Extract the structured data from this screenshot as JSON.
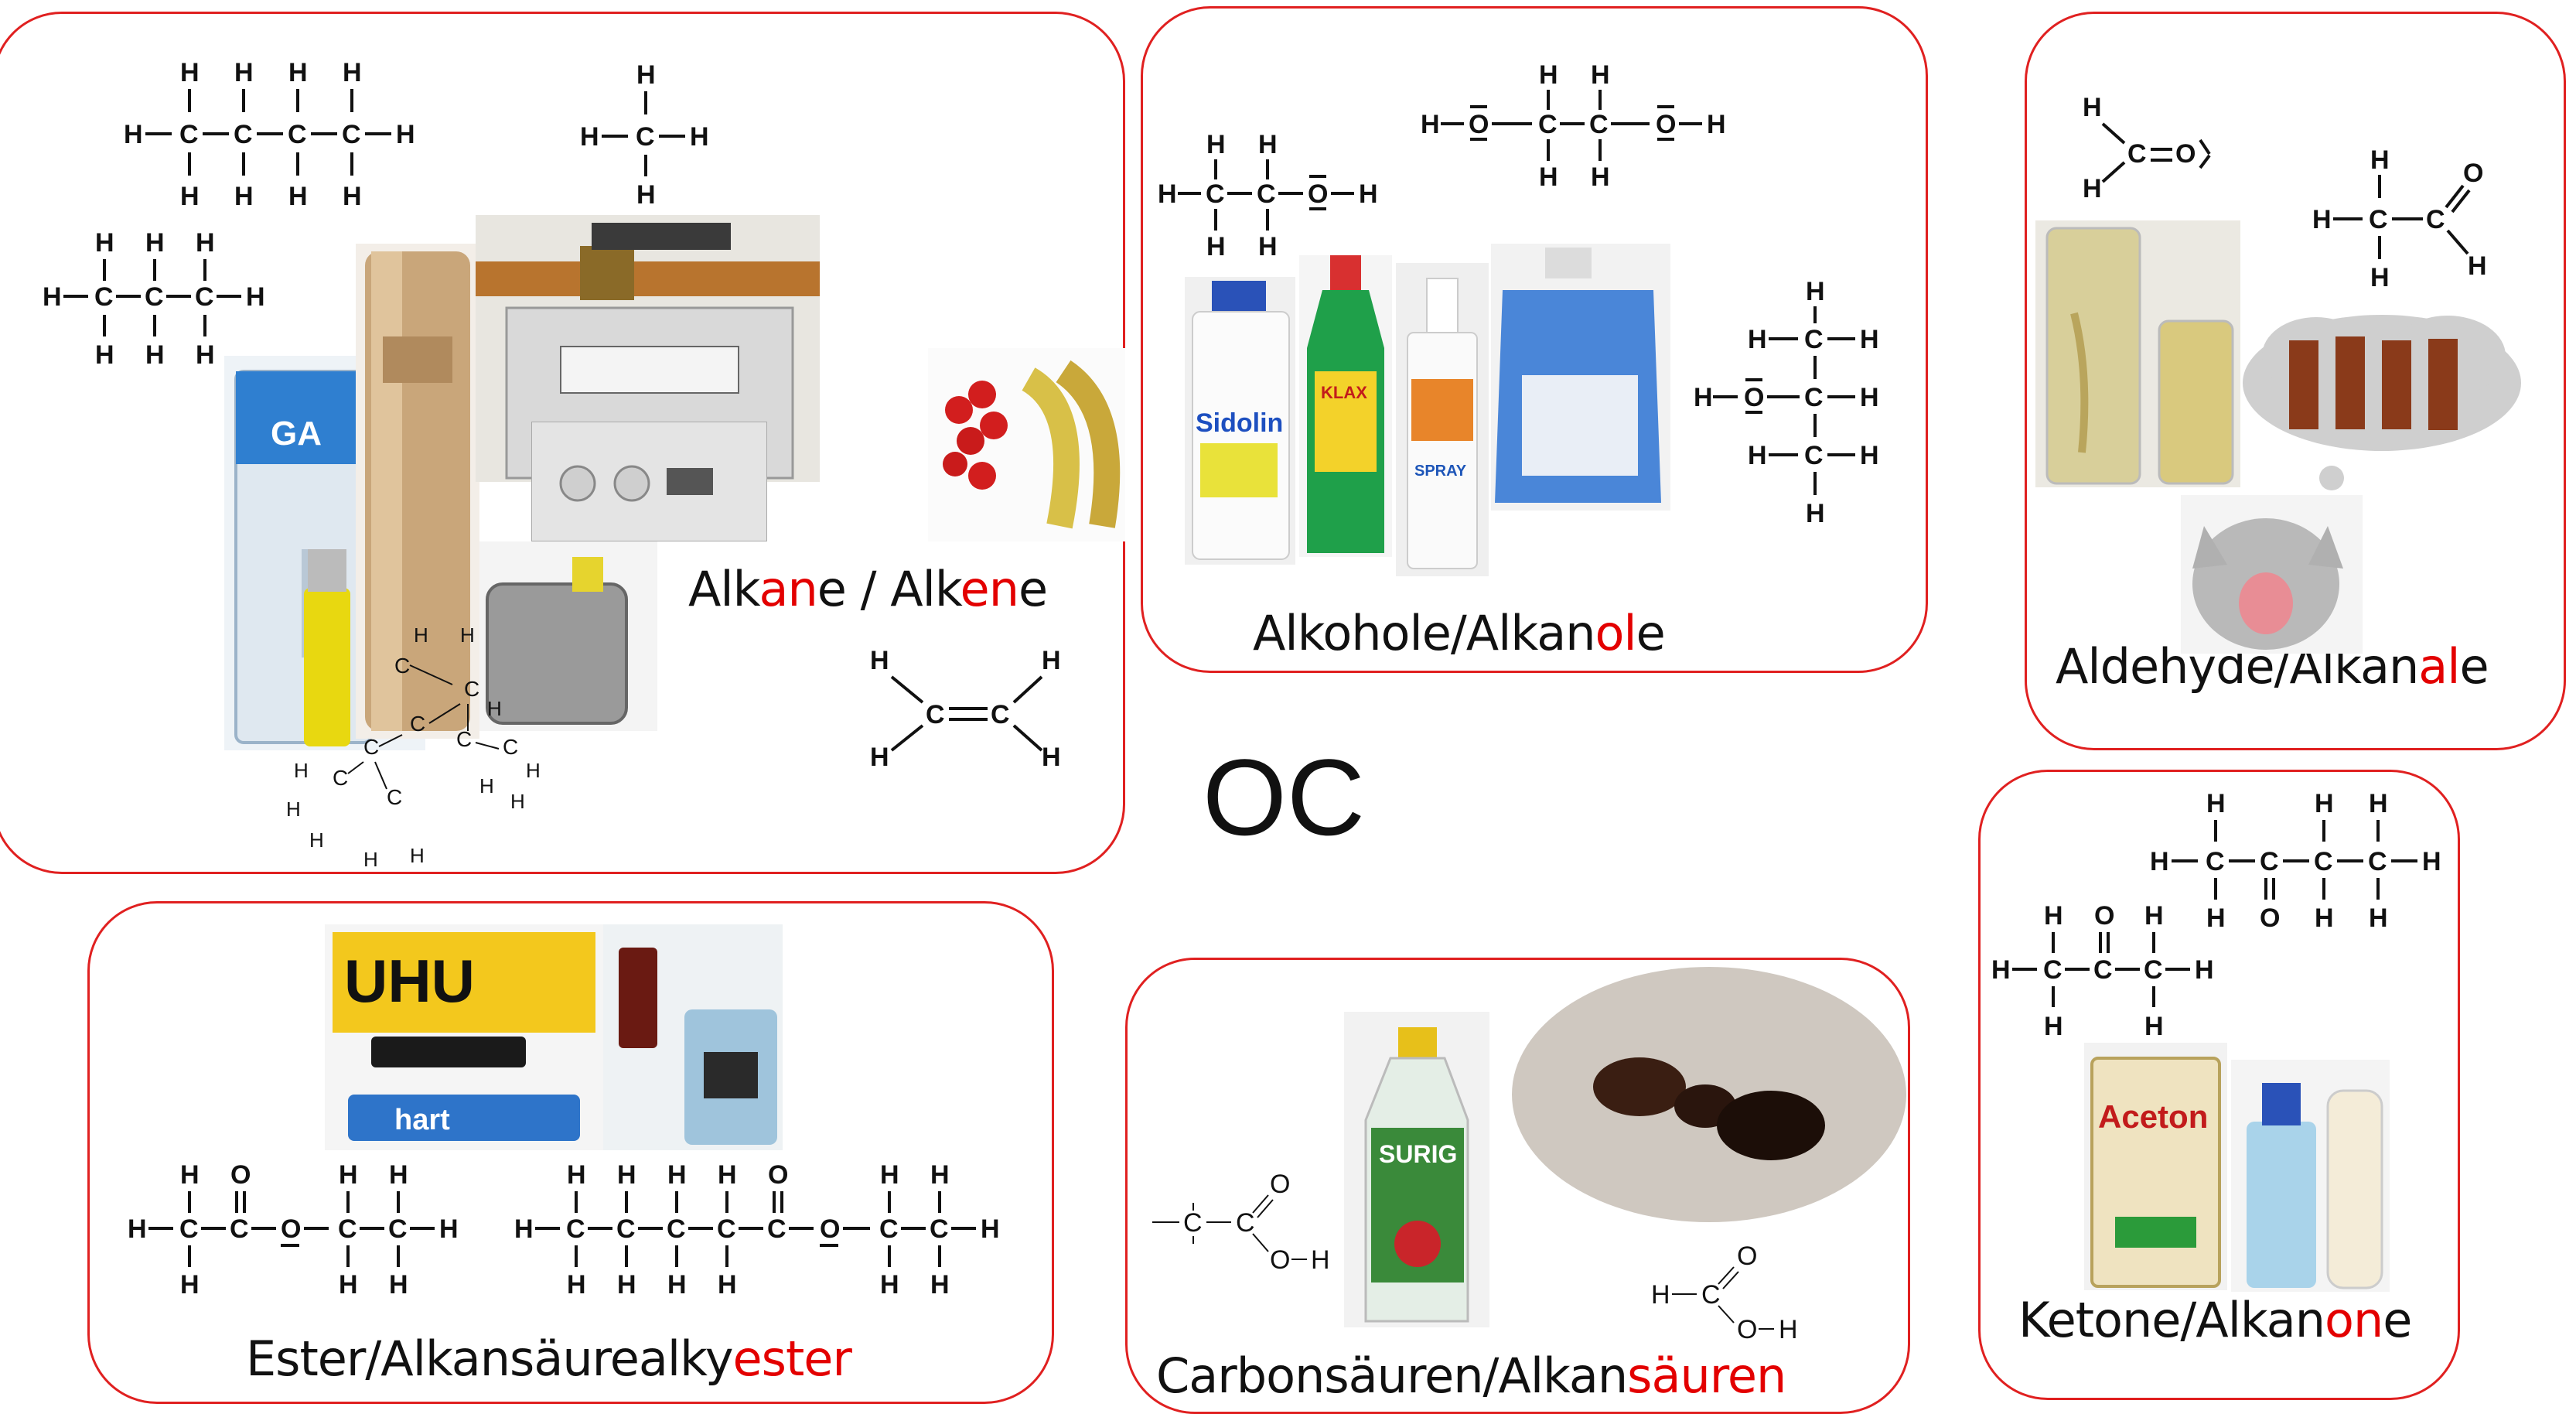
{
  "center_title": "OC",
  "groups": {
    "alkane": {
      "label_parts": [
        "Alk",
        "an",
        "e / Alk",
        "en",
        "e"
      ]
    },
    "alkohole": {
      "label_parts": [
        "Alkohole/Alkan",
        "ol",
        "e"
      ]
    },
    "aldehyde": {
      "label_parts": [
        "Aldehyde/Alkan",
        "al",
        "e"
      ]
    },
    "ketone": {
      "label_parts": [
        "Ketone/Alkan",
        "on",
        "e"
      ]
    },
    "ester": {
      "label_parts": [
        "Ester/Alkansäurealky",
        "ester",
        ""
      ]
    },
    "carbonsaeuren": {
      "label_parts": [
        "Carbonsäuren/Alkan",
        "säuren",
        ""
      ]
    }
  },
  "product_labels": {
    "uhu": "UHU",
    "uhu_hart": "hart",
    "surig": "SURIG",
    "aceton": "Aceton",
    "sidolin": "Sidolin",
    "klax": "KLAX",
    "spray": "SPRAY",
    "gas": "GA"
  },
  "atoms": {
    "H": "H",
    "C": "C",
    "O": "O"
  },
  "colors": {
    "panel_border": "#e02020",
    "highlight": "#e30000"
  }
}
